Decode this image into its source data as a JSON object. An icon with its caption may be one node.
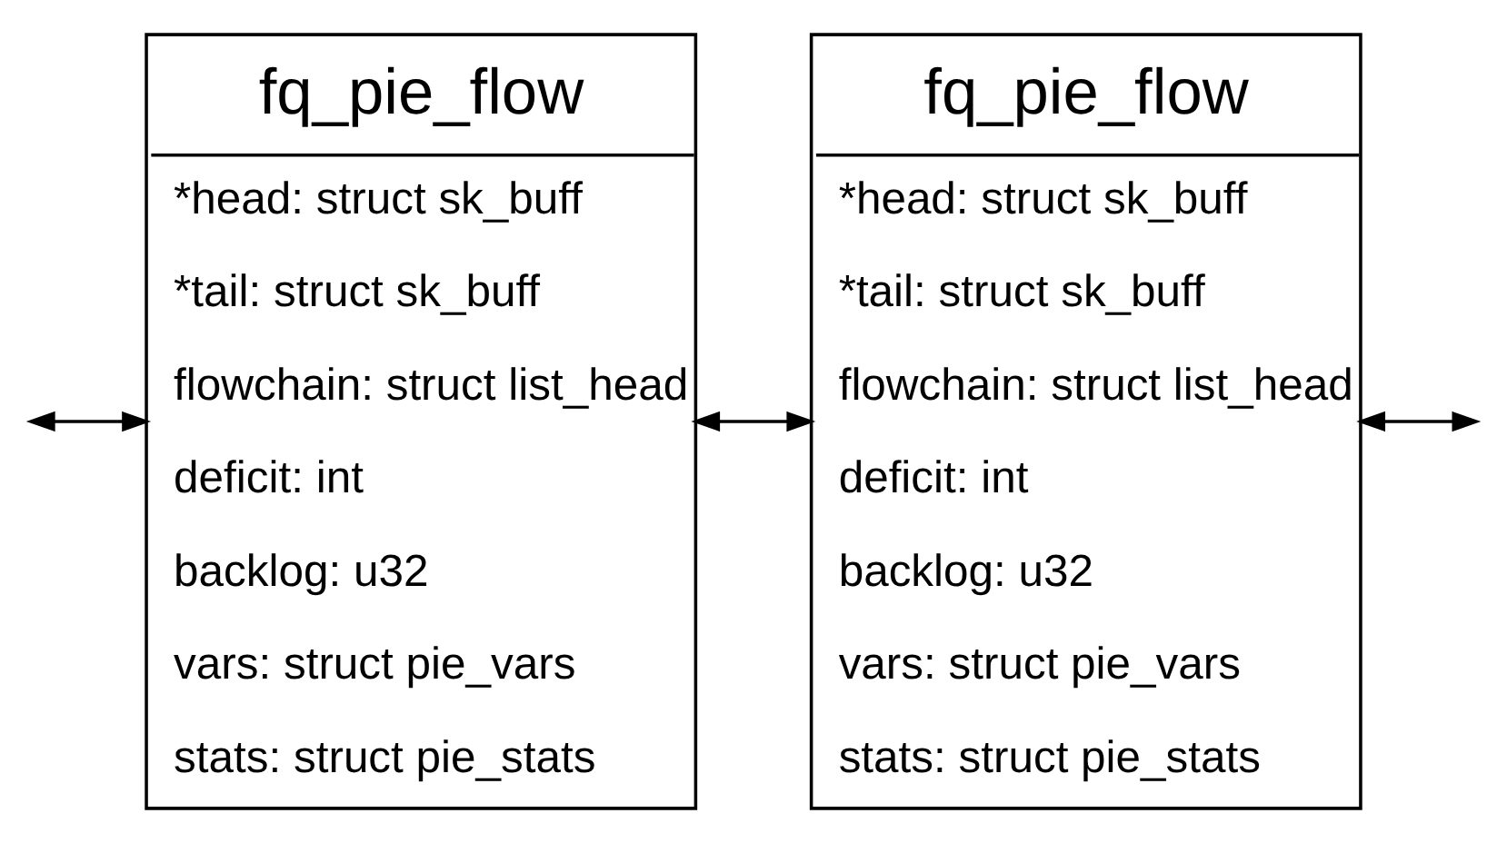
{
  "diagram": {
    "nodes": [
      {
        "text": [
          "fq_pie_flow",
          "*head: struct sk_buff",
          "*tail: struct sk_buff",
          "flowchain: struct list_head",
          "deficit: int",
          "backlog: u32",
          "vars: struct pie_vars",
          "stats: struct pie_stats"
        ]
      },
      {
        "text": [
          "fq_pie_flow",
          "*head: struct sk_buff",
          "*tail: struct sk_buff",
          "flowchain: struct list_head",
          "deficit: int",
          "backlog: u32",
          "vars: struct pie_vars",
          "stats: struct pie_stats"
        ]
      }
    ],
    "edges": [
      {
        "from": null,
        "to": 0,
        "arrow": "both"
      },
      {
        "from": 0,
        "to": 1,
        "arrow": "both"
      },
      {
        "from": 1,
        "to": null,
        "arrow": "both"
      }
    ]
  }
}
